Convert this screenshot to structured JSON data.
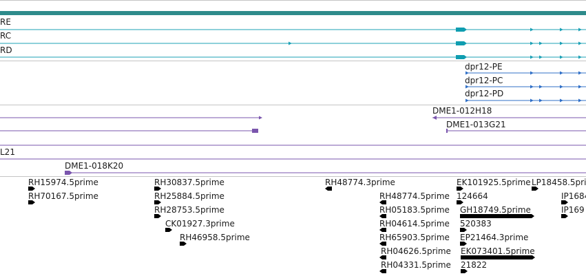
{
  "colors": {
    "topbar": "#2e8b8b",
    "transcript": "#1ba0b5",
    "transcript_cds": "#0f9db0",
    "protein": "#2f6fc7",
    "clone": "#7a55ad",
    "est": "#79b4dc",
    "separator": "#c4c4c4"
  },
  "transcripts": [
    {
      "label": "RE"
    },
    {
      "label": "RC"
    },
    {
      "label": "RD"
    }
  ],
  "proteins": [
    {
      "label": "dpr12-PE"
    },
    {
      "label": "dpr12-PC"
    },
    {
      "label": "dpr12-PD"
    }
  ],
  "clones": [
    {
      "label": "DME1-012H18"
    },
    {
      "label": "DME1-013G21"
    },
    {
      "label": "L21"
    },
    {
      "label": "DME1-018K20"
    }
  ],
  "ests": [
    {
      "label": "RH15974.5prime"
    },
    {
      "label": "RH70167.5prime"
    },
    {
      "label": "RH30837.5prime"
    },
    {
      "label": "RH25884.5prime"
    },
    {
      "label": "RH28753.5prime"
    },
    {
      "label": "CK01927.3prime"
    },
    {
      "label": "RH46958.5prime"
    },
    {
      "label": "RH48774.3prime"
    },
    {
      "label": "RH48774.5prime"
    },
    {
      "label": "RH05183.5prime"
    },
    {
      "label": "RH04614.5prime"
    },
    {
      "label": "RH65903.5prime"
    },
    {
      "label": "RH04626.5prime"
    },
    {
      "label": "RH04331.5prime"
    },
    {
      "label": "EK101925.5prime"
    },
    {
      "label": "LP18458.5prime"
    },
    {
      "label": "124664"
    },
    {
      "label": "IP1684"
    },
    {
      "label": "GH18749.5prime"
    },
    {
      "label": "IP169"
    },
    {
      "label": "520383"
    },
    {
      "label": "EP21464.3prime"
    },
    {
      "label": "EK073401.5prime"
    },
    {
      "label": "21822"
    }
  ]
}
